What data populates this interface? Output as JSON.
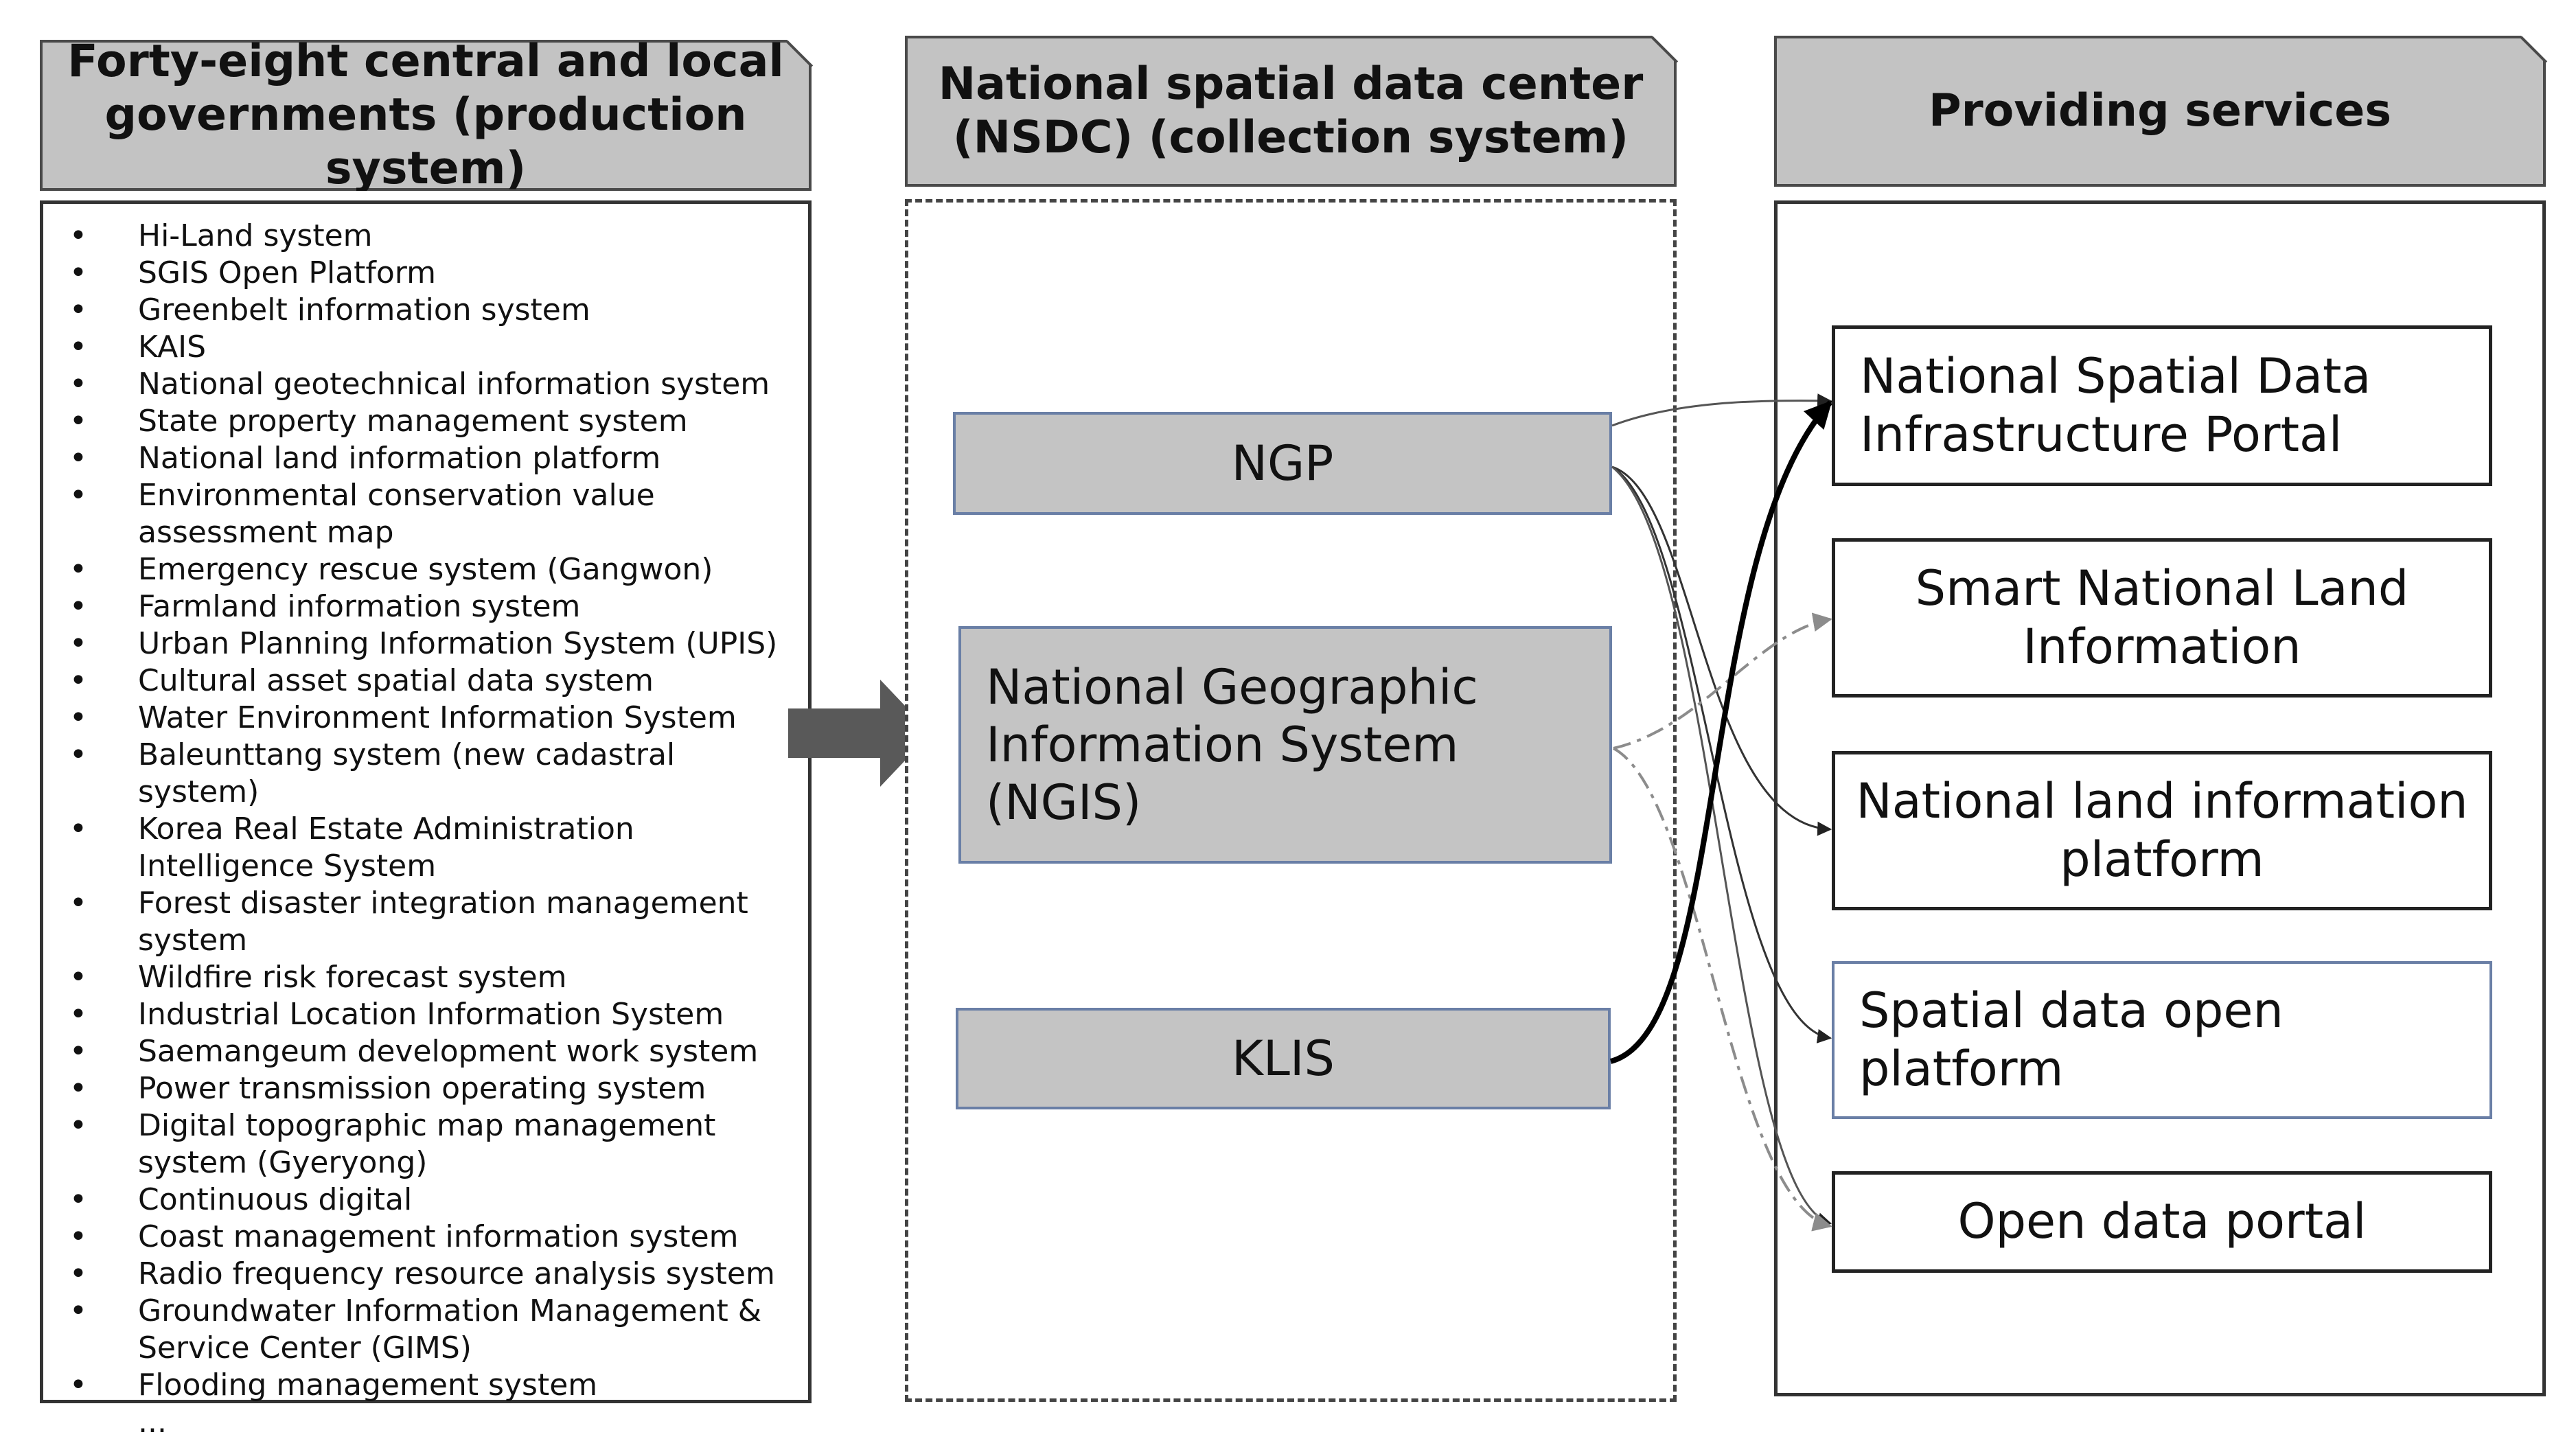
{
  "columns": {
    "production": {
      "title": "Forty-eight central and local governments (production system)",
      "items": [
        "Hi-Land system",
        "SGIS Open Platform",
        "Greenbelt information system",
        "KAIS",
        "National geotechnical information system",
        "State property management system",
        "National land information platform",
        "Environmental conservation value assessment map",
        "Emergency rescue system (Gangwon)",
        "Farmland information system",
        "Urban Planning Information System (UPIS)",
        "Cultural asset spatial data system",
        "Water Environment Information System",
        "Baleunttang system (new cadastral system)",
        "Korea Real Estate Administration Intelligence System",
        "Forest disaster integration management system",
        "Wildfire risk forecast system",
        "Industrial Location Information System",
        "Saemangeum development work system",
        "Power transmission operating system",
        "Digital topographic map management system (Gyeryong)",
        "Continuous digital",
        "Coast management information system",
        "Radio frequency resource analysis system",
        "Groundwater Information Management & Service Center (GIMS)",
        "Flooding management system"
      ],
      "ellipsis": "..."
    },
    "collection": {
      "title": "National spatial data center (NSDC) (collection system)",
      "boxes": {
        "ngp": "NGP",
        "ngis": "National Geographic Information System (NGIS)",
        "klis": "KLIS"
      }
    },
    "services": {
      "title": "Providing services",
      "boxes": {
        "nsdi": "National Spatial Data Infrastructure Portal",
        "smart": "Smart National Land Information",
        "nlip": "National land information platform",
        "sdop": "Spatial data open platform",
        "odp": "Open data portal"
      }
    }
  },
  "colors": {
    "header_fill": "#c3c3c3",
    "box_fill": "#c4c4c4",
    "box_border": "#6a7fa6",
    "arrow_fill": "#595959",
    "dashdot_arrow": "#8c8c8c"
  }
}
